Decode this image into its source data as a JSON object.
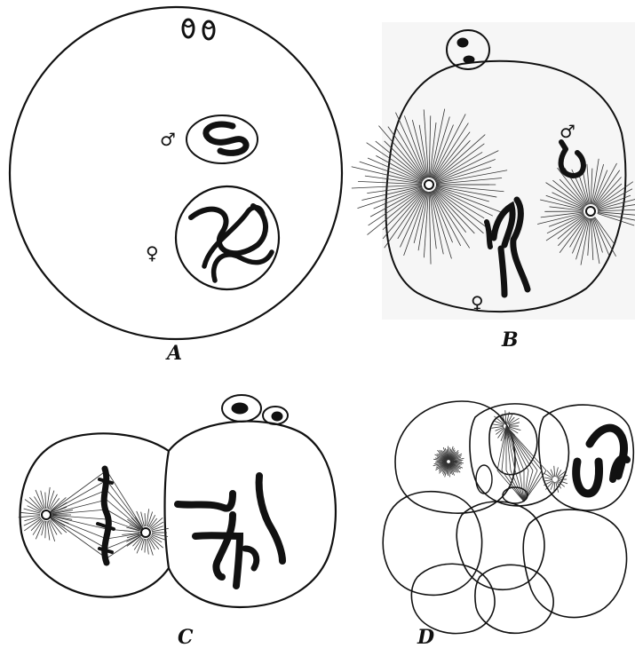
{
  "panels": [
    {
      "id": "A",
      "label": "A",
      "male_symbol": "♂",
      "female_symbol": "♀"
    },
    {
      "id": "B",
      "label": "B",
      "male_symbol": "♂",
      "female_symbol": "♀"
    },
    {
      "id": "C",
      "label": "C"
    },
    {
      "id": "D",
      "label": "D"
    }
  ],
  "colors": {
    "ink": "#111111",
    "background": "#ffffff",
    "panel_b_tint": "#f4f4f4"
  }
}
